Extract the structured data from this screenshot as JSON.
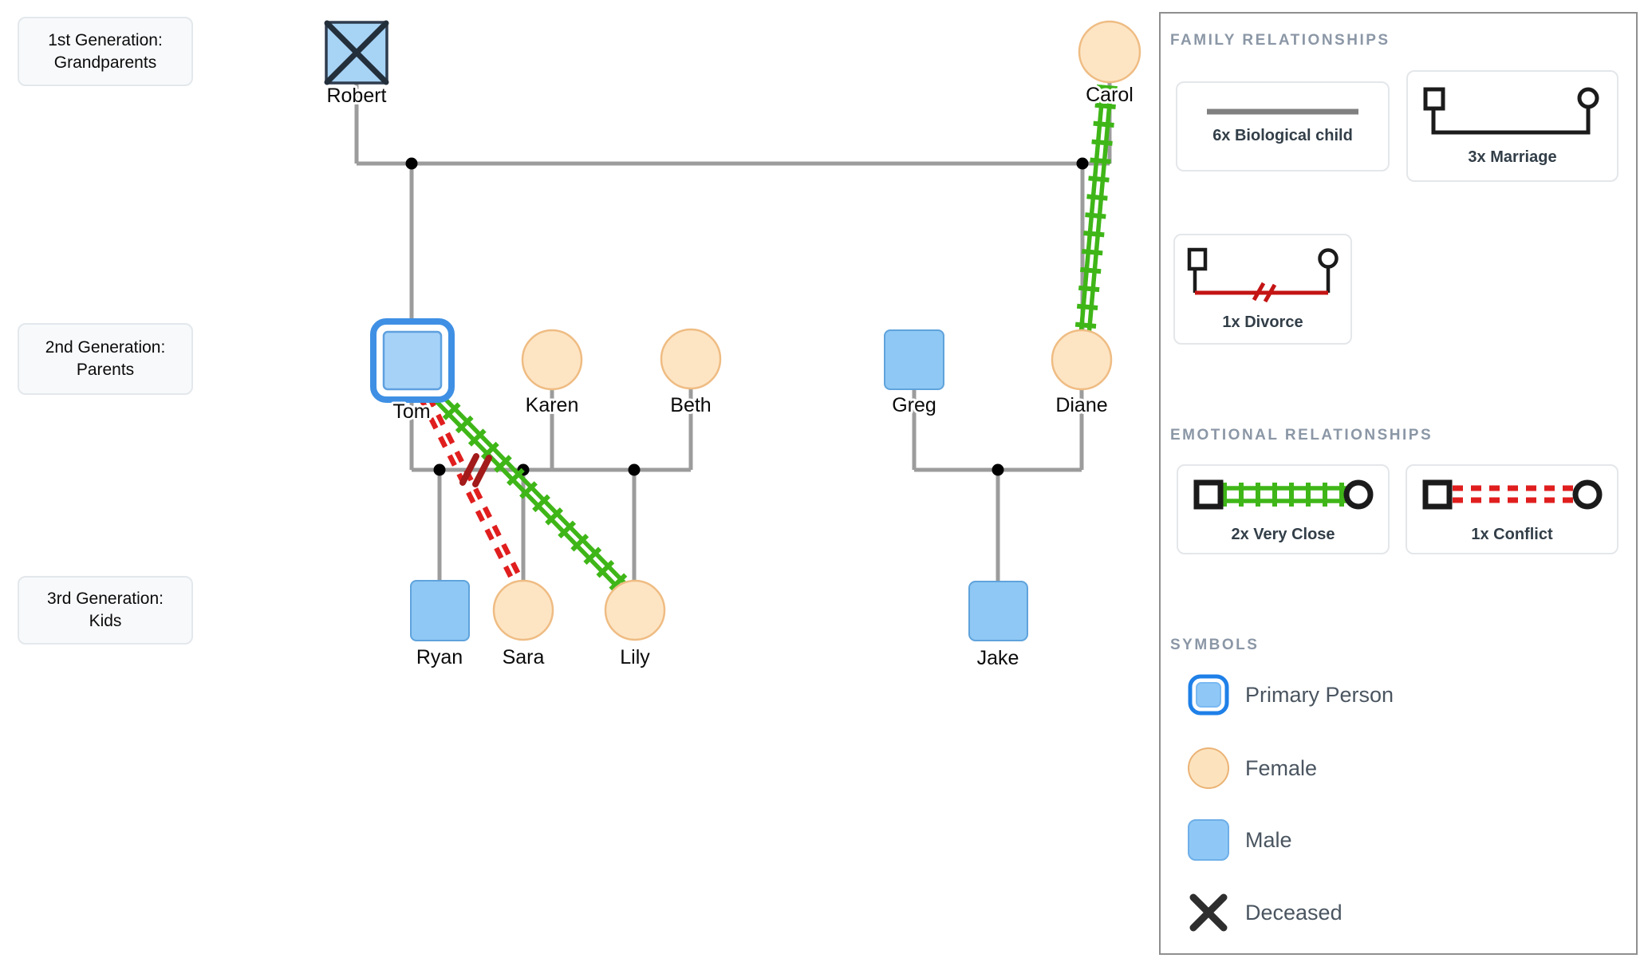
{
  "canvas": {
    "generation_labels": [
      {
        "line1": "1st Generation:",
        "line2": "Grandparents"
      },
      {
        "line1": "2nd Generation:",
        "line2": "Parents"
      },
      {
        "line1": "3rd Generation:",
        "line2": "Kids"
      }
    ],
    "people": [
      {
        "name": "Robert",
        "sex": "male",
        "generation": 1,
        "deceased": true
      },
      {
        "name": "Carol",
        "sex": "female",
        "generation": 1
      },
      {
        "name": "Tom",
        "sex": "male",
        "generation": 2,
        "primary": true
      },
      {
        "name": "Karen",
        "sex": "female",
        "generation": 2
      },
      {
        "name": "Beth",
        "sex": "female",
        "generation": 2
      },
      {
        "name": "Greg",
        "sex": "male",
        "generation": 2
      },
      {
        "name": "Diane",
        "sex": "female",
        "generation": 2
      },
      {
        "name": "Ryan",
        "sex": "male",
        "generation": 3
      },
      {
        "name": "Sara",
        "sex": "female",
        "generation": 3
      },
      {
        "name": "Lily",
        "sex": "female",
        "generation": 3
      },
      {
        "name": "Jake",
        "sex": "male",
        "generation": 3
      }
    ],
    "relationships": {
      "biological_children": [
        {
          "child": "Tom",
          "parents": [
            "Robert",
            "Carol"
          ]
        },
        {
          "child": "Diane",
          "parents": [
            "Robert",
            "Carol"
          ]
        },
        {
          "child": "Ryan",
          "parents": [
            "Tom",
            "Karen"
          ]
        },
        {
          "child": "Sara",
          "parents": [
            "Tom",
            "Karen"
          ]
        },
        {
          "child": "Lily",
          "parents": [
            "Tom",
            "Beth"
          ]
        },
        {
          "child": "Jake",
          "parents": [
            "Greg",
            "Diane"
          ]
        }
      ],
      "marriages": [
        [
          "Robert",
          "Carol"
        ],
        [
          "Tom",
          "Beth"
        ],
        [
          "Greg",
          "Diane"
        ]
      ],
      "divorces": [
        [
          "Tom",
          "Karen"
        ]
      ],
      "very_close": [
        [
          "Carol",
          "Diane"
        ],
        [
          "Tom",
          "Lily"
        ]
      ],
      "conflict": [
        [
          "Tom",
          "Sara"
        ]
      ]
    }
  },
  "legend": {
    "family": {
      "title": "FAMILY RELATIONSHIPS",
      "items": [
        {
          "label": "6x Biological child"
        },
        {
          "label": "3x Marriage"
        },
        {
          "label": "1x Divorce"
        }
      ]
    },
    "emotional": {
      "title": "EMOTIONAL RELATIONSHIPS",
      "items": [
        {
          "label": "2x Very Close"
        },
        {
          "label": "1x Conflict"
        }
      ]
    },
    "symbols": {
      "title": "SYMBOLS",
      "items": [
        {
          "label": "Primary Person"
        },
        {
          "label": "Female"
        },
        {
          "label": "Male"
        },
        {
          "label": "Deceased"
        }
      ]
    }
  },
  "colors": {
    "male_fill": "#8fc8f5",
    "male_border": "#5fa3dc",
    "female_fill": "#fde5c4",
    "female_border": "#efbc83",
    "primary_ring": "#1f80e8",
    "deceased_stroke": "#232f3b",
    "bio_line_gray": "#9c9c9c",
    "very_close_green": "#3fb618",
    "conflict_red": "#e01e1e",
    "divorce_maroon": "#a21a1a",
    "header_slate": "#8b97a6"
  }
}
